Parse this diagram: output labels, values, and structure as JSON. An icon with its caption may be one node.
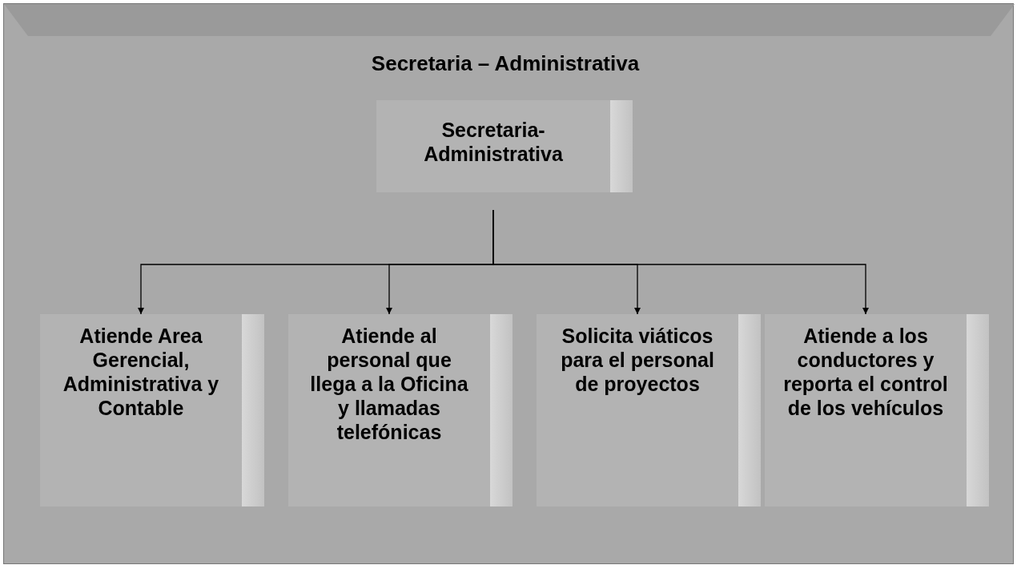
{
  "diagram": {
    "title": "Secretaria – Administrativa",
    "nodes": [
      {
        "text": [
          "Secretaria- Administrativa"
        ]
      },
      {
        "text": [
          "Atiende Area Gerencial, Administrativa y Contable"
        ]
      },
      {
        "text": [
          "Atiende al personal que llega a la Oficina y llamadas telefónicas"
        ]
      },
      {
        "text": [
          "Solicita viáticos para el personal de proyectos"
        ]
      },
      {
        "text": [
          "Atiende a los conductores y reporta el control de los vehículos"
        ]
      }
    ],
    "edges": [
      {
        "from": 0,
        "to": 1,
        "arrow": "to"
      },
      {
        "from": 0,
        "to": 2,
        "arrow": "to"
      },
      {
        "from": 0,
        "to": 3,
        "arrow": "to"
      },
      {
        "from": 0,
        "to": 4,
        "arrow": "to"
      }
    ]
  }
}
